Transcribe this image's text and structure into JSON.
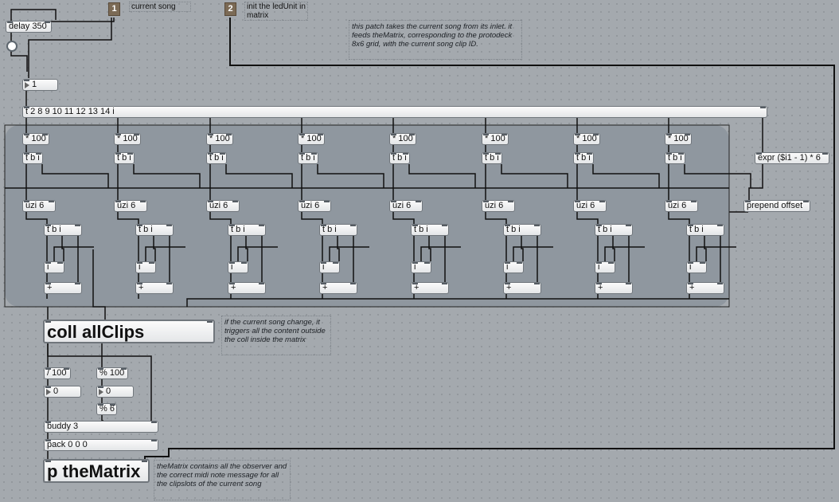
{
  "inlets": [
    {
      "number": "1",
      "label": "current song"
    },
    {
      "number": "2",
      "label": "init the ledUnit in matrix"
    }
  ],
  "objects": {
    "delay": "delay 350",
    "number_main": "1",
    "trigger_main": "t 2 8 9 10 11 12 13 14 i",
    "expr": "expr ($i1 - 1) * 6",
    "prepend": "prepend offset",
    "coll": "coll allClips",
    "div100": "/ 100",
    "mod100": "% 100",
    "num_left": "0",
    "num_right": "0",
    "mod6": "% 6",
    "buddy": "buddy 3",
    "pack": "pack 0 0 0",
    "matrix": "p theMatrix"
  },
  "columns": [
    {
      "mult": "* 100",
      "tbi": "t b i",
      "uzi": "uzi 6",
      "tbi2": "t b i",
      "i": "i",
      "plus": "+"
    },
    {
      "mult": "* 100",
      "tbi": "t b i",
      "uzi": "uzi 6",
      "tbi2": "t b i",
      "i": "i",
      "plus": "+"
    },
    {
      "mult": "* 100",
      "tbi": "t b i",
      "uzi": "uzi 6",
      "tbi2": "t b i",
      "i": "i",
      "plus": "+"
    },
    {
      "mult": "* 100",
      "tbi": "t b i",
      "uzi": "uzi 6",
      "tbi2": "t b i",
      "i": "i",
      "plus": "+"
    },
    {
      "mult": "* 100",
      "tbi": "t b i",
      "uzi": "uzi 6",
      "tbi2": "t b i",
      "i": "i",
      "plus": "+"
    },
    {
      "mult": "* 100",
      "tbi": "t b i",
      "uzi": "uzi 6",
      "tbi2": "t b i",
      "i": "i",
      "plus": "+"
    },
    {
      "mult": "* 100",
      "tbi": "t b i",
      "uzi": "uzi 6",
      "tbi2": "t b i",
      "i": "i",
      "plus": "+"
    },
    {
      "mult": "* 100",
      "tbi": "t b i",
      "uzi": "uzi 6",
      "tbi2": "t b i",
      "i": "i",
      "plus": "+"
    }
  ],
  "comments": {
    "patch_desc": "this patch takes the current song from its inlet. it feeds theMatrix, corresponding to the protodeck 8x6 grid, with the current song clip ID.",
    "coll_desc": "if the current song change, it triggers all the content outside the coll inside the matrix",
    "matrix_desc": "theMatrix contains all the observer and the correct midi note message for all the clipslots of the current song"
  },
  "colors": {
    "background": "#a4a9ae",
    "panel": "#8f979f",
    "inlet": "#7b6a55",
    "cord": "#111111"
  }
}
